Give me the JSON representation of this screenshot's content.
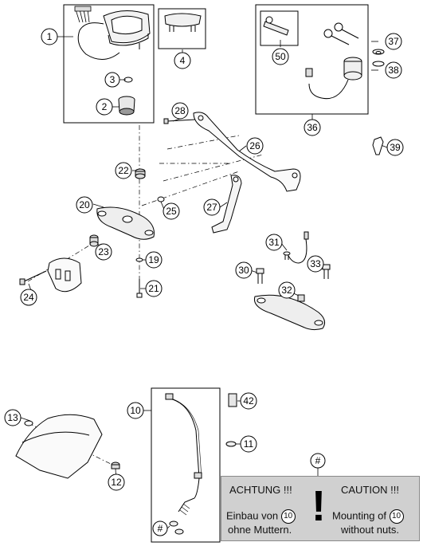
{
  "callouts": {
    "c1": "1",
    "c2": "2",
    "c3": "3",
    "c4": "4",
    "c10": "10",
    "c11": "11",
    "c12": "12",
    "c13": "13",
    "c19": "19",
    "c20": "20",
    "c21": "21",
    "c22": "22",
    "c23": "23",
    "c24": "24",
    "c25": "25",
    "c26": "26",
    "c27": "27",
    "c28": "28",
    "c30": "30",
    "c31": "31",
    "c32": "32",
    "c33": "33",
    "c36": "36",
    "c37": "37",
    "c38": "38",
    "c39": "39",
    "c42": "42",
    "c50": "50",
    "hash_top": "#",
    "hash_bottom": "#"
  },
  "notice": {
    "left_heading": "ACHTUNG !!!",
    "right_heading": "CAUTION !!!",
    "left_line1_prefix": "Einbau von",
    "left_line1_ref": "10",
    "left_line2": "ohne Muttern.",
    "right_line1_prefix": "Mounting of",
    "right_line1_ref": "10",
    "right_line2": "without nuts.",
    "warning_symbol": "!"
  }
}
